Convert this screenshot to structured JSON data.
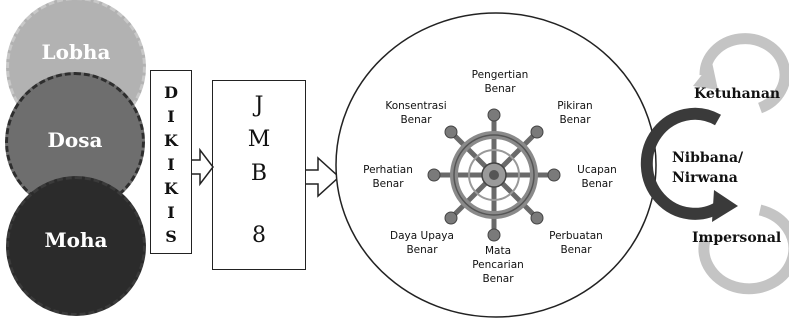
{
  "kilesa": {
    "lobha": "Lobha",
    "dosa": "Dosa",
    "moha": "Moha"
  },
  "dikikis": {
    "letters": [
      "D",
      "I",
      "K",
      "I",
      "K",
      "I",
      "S"
    ]
  },
  "jmb": {
    "line1": "J",
    "line2": "M",
    "line3": "B",
    "line4": "8"
  },
  "eightfold_path": {
    "pengertian": [
      "Pengertian",
      "Benar"
    ],
    "pikiran": [
      "Pikiran",
      "Benar"
    ],
    "ucapan": [
      "Ucapan",
      "Benar"
    ],
    "perbuatan": [
      "Perbuatan",
      "Benar"
    ],
    "mata_pencarian": [
      "Mata",
      "Pencarian",
      "Benar"
    ],
    "daya_upaya": [
      "Daya Upaya",
      "Benar"
    ],
    "perhatian": [
      "Perhatian",
      "Benar"
    ],
    "konsentrasi": [
      "Konsentrasi",
      "Benar"
    ]
  },
  "cycle": {
    "top": "Ketuhanan",
    "center_line1": "Nibbana/",
    "center_line2": "Nirwana",
    "bottom": "Impersonal"
  },
  "colors": {
    "lobha": "#b2b2b2",
    "dosa": "#6e6e6e",
    "moha": "#2b2b2b",
    "arc_light": "#c4c4c4",
    "arc_dark": "#3a3a3a"
  }
}
